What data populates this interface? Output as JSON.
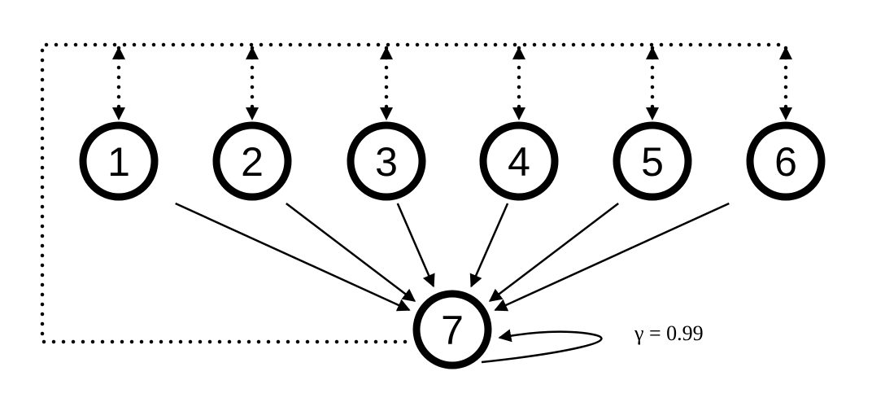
{
  "diagram": {
    "nodes": [
      {
        "id": "1",
        "label": "1"
      },
      {
        "id": "2",
        "label": "2"
      },
      {
        "id": "3",
        "label": "3"
      },
      {
        "id": "4",
        "label": "4"
      },
      {
        "id": "5",
        "label": "5"
      },
      {
        "id": "6",
        "label": "6"
      },
      {
        "id": "7",
        "label": "7"
      }
    ],
    "edges": [
      {
        "from": "1",
        "to": "7",
        "style": "solid-arrow"
      },
      {
        "from": "2",
        "to": "7",
        "style": "solid-arrow"
      },
      {
        "from": "3",
        "to": "7",
        "style": "solid-arrow"
      },
      {
        "from": "4",
        "to": "7",
        "style": "solid-arrow"
      },
      {
        "from": "5",
        "to": "7",
        "style": "solid-arrow"
      },
      {
        "from": "6",
        "to": "7",
        "style": "solid-arrow"
      },
      {
        "from": "7",
        "to": "7",
        "style": "solid-self-loop",
        "label": "γ = 0.99"
      },
      {
        "from": "7",
        "to": "1..6",
        "style": "dotted-bidirectional-bus"
      }
    ],
    "self_loop_label": "γ = 0.99",
    "colors": {
      "stroke": "#000000",
      "background": "#ffffff"
    }
  }
}
